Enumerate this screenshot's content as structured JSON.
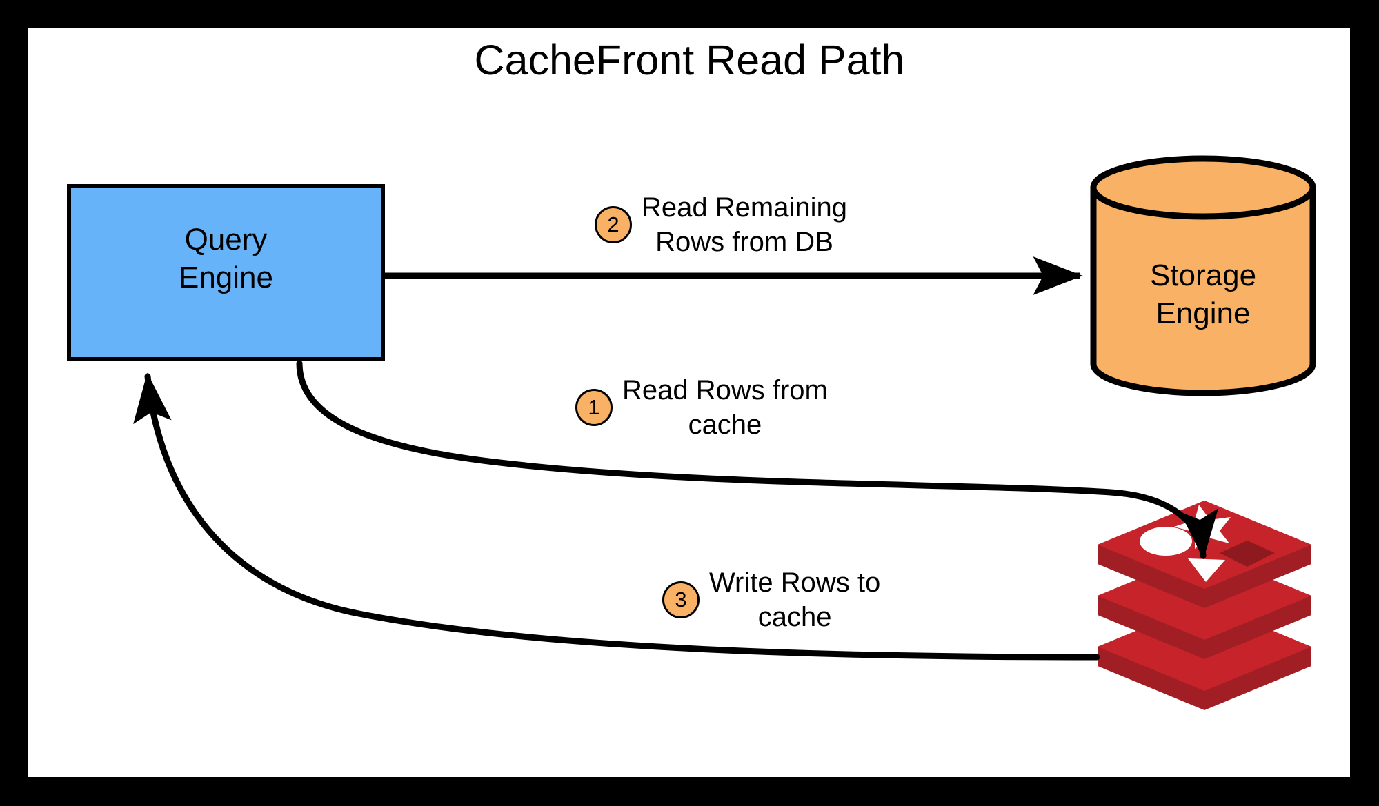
{
  "title": "CacheFront Read Path",
  "colors": {
    "page_background": "#ffffff",
    "outer_frame": "#000000",
    "query_engine_fill": "#67b3f9",
    "storage_engine_fill": "#f9b165",
    "badge_fill": "#f9b165",
    "redis_top": "#c6232a",
    "redis_side": "#a11f24",
    "stroke": "#000000"
  },
  "nodes": [
    {
      "id": "query-engine",
      "label": "Query\nEngine",
      "shape": "rectangle",
      "fill": "#67b3f9"
    },
    {
      "id": "storage-engine",
      "label": "Storage\nEngine",
      "shape": "cylinder",
      "fill": "#f9b165"
    },
    {
      "id": "redis-cache",
      "label": "redis-logo",
      "shape": "redis-logo",
      "fill": "#c6232a"
    }
  ],
  "steps": [
    {
      "number": "1",
      "text": "Read Rows from\ncache",
      "from": "query-engine",
      "to": "redis-cache"
    },
    {
      "number": "2",
      "text": "Read Remaining\nRows from DB",
      "from": "query-engine",
      "to": "storage-engine"
    },
    {
      "number": "3",
      "text": "Write Rows to\ncache",
      "from": "redis-cache",
      "to": "query-engine"
    }
  ],
  "node_labels": {
    "query_engine": "Query\nEngine",
    "storage_engine": "Storage\nEngine"
  }
}
